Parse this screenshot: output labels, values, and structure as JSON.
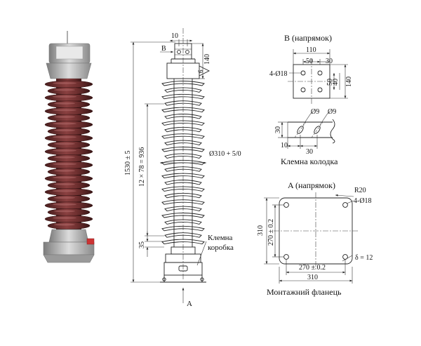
{
  "view_b": {
    "title": "B (напрямок)",
    "dims": {
      "top": "110",
      "d50": "50",
      "d30": "30",
      "holes": "4-Ø18",
      "v50": "50",
      "v40": "40",
      "v140": "140"
    }
  },
  "terminal_block": {
    "title": "Клемна колодка",
    "dims": {
      "hole1": "Ø9",
      "hole2": "Ø9",
      "v30": "30",
      "h10": "10",
      "h30": "30"
    }
  },
  "view_a": {
    "title": "A (напрямок)",
    "dims": {
      "r": "R20",
      "holes": "4-Ø18",
      "side": "310",
      "inner_v": "270 ± 0.2",
      "inner_h": "270 ± 0.2",
      "bottom": "310",
      "thickness": "δ = 12"
    },
    "caption": "Монтажний фланець"
  },
  "elevation": {
    "top_width": "10",
    "b_marker": "B",
    "top_height": "140",
    "top_small": "6",
    "total_height": "1530 ± 5",
    "shed_pitch": "12 × 78 = 936",
    "shed_dia": "Ø310 + 5/0",
    "base_gap": "35",
    "box_label_1": "Клемна",
    "box_label_2": "коробка",
    "arrow_a": "A"
  }
}
